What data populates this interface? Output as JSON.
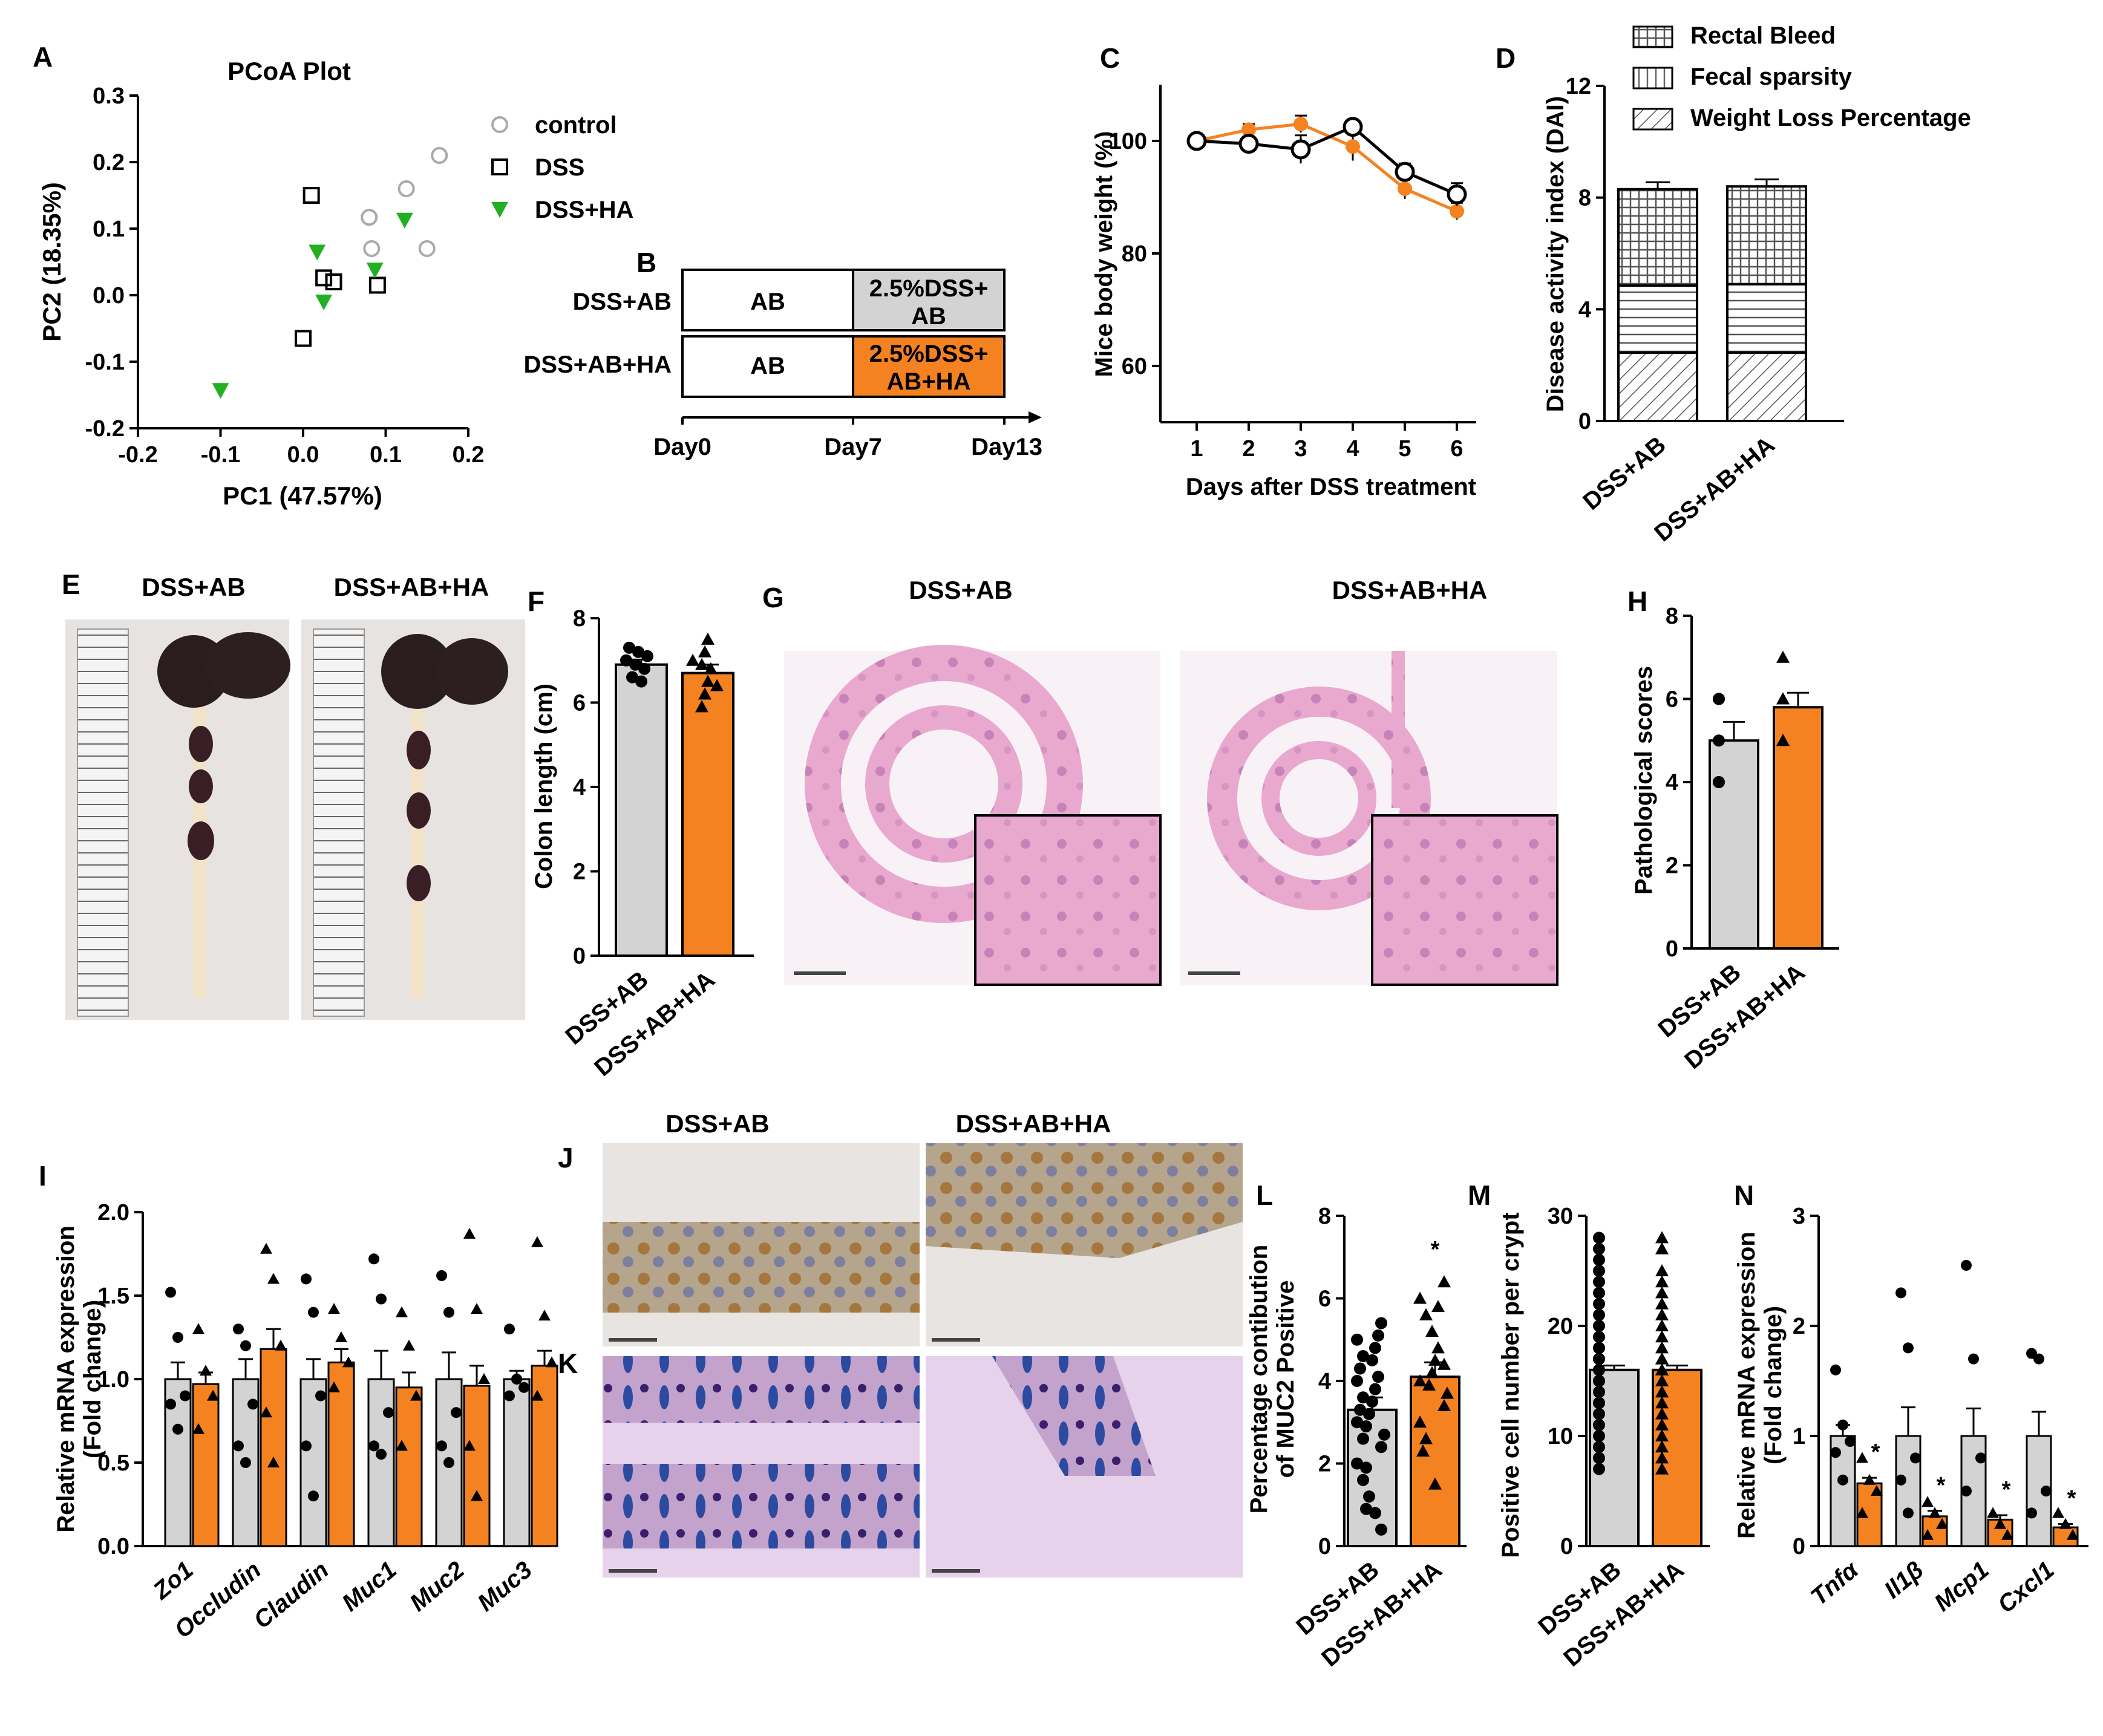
{
  "panels": {
    "A": "A",
    "B": "B",
    "C": "C",
    "D": "D",
    "E": "E",
    "F": "F",
    "G": "G",
    "H": "H",
    "I": "I",
    "J": "J",
    "K": "K",
    "L": "L",
    "M": "M",
    "N": "N"
  },
  "colors": {
    "orange": "#f58220",
    "grey": "#d3d3d3",
    "green": "#22b022",
    "lightgrey": "#aaaaaa",
    "black": "#000000"
  },
  "chart_data": [
    {
      "panel": "A",
      "type": "scatter",
      "title": "PCoA Plot",
      "xlabel": "PC1 (47.57%)",
      "ylabel": "PC2 (18.35%)",
      "xlim": [
        -0.2,
        0.2
      ],
      "ylim": [
        -0.2,
        0.3
      ],
      "xticks": [
        "-0.2",
        "-0.1",
        "0.0",
        "0.1",
        "0.2"
      ],
      "yticks": [
        "-0.2",
        "-0.1",
        "0.0",
        "0.1",
        "0.2",
        "0.3"
      ],
      "legend_position": "right",
      "series": [
        {
          "name": "control",
          "marker": "circle",
          "color": "#aaaaaa",
          "points": [
            [
              0.165,
              0.21
            ],
            [
              0.125,
              0.16
            ],
            [
              0.08,
              0.117
            ],
            [
              0.15,
              0.07
            ],
            [
              0.083,
              0.07
            ]
          ]
        },
        {
          "name": "DSS",
          "marker": "square",
          "color": "#000000",
          "points": [
            [
              0.01,
              0.15
            ],
            [
              0.025,
              0.026
            ],
            [
              0.037,
              0.02
            ],
            [
              0.09,
              0.015
            ],
            [
              0.0,
              -0.065
            ]
          ]
        },
        {
          "name": "DSS+HA",
          "marker": "triangle",
          "color": "#22b022",
          "points": [
            [
              0.123,
              0.113
            ],
            [
              0.017,
              0.065
            ],
            [
              0.087,
              0.038
            ],
            [
              0.025,
              -0.01
            ],
            [
              -0.1,
              -0.143
            ]
          ]
        }
      ]
    },
    {
      "panel": "B",
      "type": "table",
      "rows": [
        {
          "label": "DSS+AB",
          "seg1": "AB",
          "seg2": [
            "2.5%DSS+",
            "AB"
          ],
          "seg2_color": "#d3d3d3"
        },
        {
          "label": "DSS+AB+HA",
          "seg1": "AB",
          "seg2": [
            "2.5%DSS+",
            "AB+HA"
          ],
          "seg2_color": "#f58220"
        }
      ],
      "timeline": [
        "Day0",
        "Day7",
        "Day13"
      ]
    },
    {
      "panel": "C",
      "type": "line",
      "xlabel": "Days after DSS treatment",
      "ylabel": "Mice body weight (%)",
      "x": [
        1,
        2,
        3,
        4,
        5,
        6
      ],
      "xticks": [
        "1",
        "2",
        "3",
        "4",
        "5",
        "6"
      ],
      "ylim": [
        50,
        110
      ],
      "yticks": [
        "60",
        "80",
        "100"
      ],
      "series": [
        {
          "color": "#000000",
          "values": [
            100,
            99.5,
            98.5,
            102.5,
            94.5,
            90.5
          ],
          "err": [
            0.4,
            0.5,
            2.5,
            0.7,
            1.5,
            2.0
          ]
        },
        {
          "color": "#f58220",
          "values": [
            100,
            102,
            103,
            99,
            91.5,
            87.5
          ],
          "err": [
            0.4,
            1.0,
            1.5,
            2.5,
            1.8,
            1.5
          ]
        }
      ]
    },
    {
      "panel": "D",
      "type": "bar",
      "ylabel": "Disease activity index (DAI)",
      "ylim": [
        0,
        12
      ],
      "yticks": [
        "0",
        "4",
        "8",
        "12"
      ],
      "categories": [
        "DSS+AB",
        "DSS+AB+HA"
      ],
      "legend": [
        "Rectal Bleed",
        "Fecal sparsity",
        "Weight Loss Percentage"
      ],
      "series": [
        {
          "name": "Weight Loss Percentage",
          "values": [
            2.45,
            2.45
          ],
          "err": [
            0.2,
            0.2
          ]
        },
        {
          "name": "Fecal sparsity",
          "values": [
            2.4,
            2.45
          ],
          "err": [
            0.2,
            0.2
          ]
        },
        {
          "name": "Rectal Bleed",
          "values": [
            3.45,
            3.5
          ],
          "err": [
            0.25,
            0.25
          ]
        }
      ]
    },
    {
      "panel": "F",
      "type": "bar",
      "ylabel": "Colon length (cm)",
      "ylim": [
        0,
        8
      ],
      "yticks": [
        "0",
        "2",
        "4",
        "6",
        "8"
      ],
      "categories": [
        "DSS+AB",
        "DSS+AB+HA"
      ],
      "values": [
        6.9,
        6.7
      ],
      "err": [
        0.12,
        0.2
      ]
    },
    {
      "panel": "H",
      "type": "bar",
      "ylabel": "Pathological scores",
      "ylim": [
        0,
        8
      ],
      "yticks": [
        "0",
        "2",
        "4",
        "6",
        "8"
      ],
      "categories": [
        "DSS+AB",
        "DSS+AB+HA"
      ],
      "values": [
        5.0,
        5.8
      ],
      "err": [
        0.45,
        0.35
      ]
    },
    {
      "panel": "I",
      "type": "bar",
      "ylabel": "Relative mRNA expression",
      "ylabel2": "(Fold change)",
      "ylim": [
        0,
        2.0
      ],
      "yticks": [
        "0.0",
        "0.5",
        "1.0",
        "1.5",
        "2.0"
      ],
      "categories": [
        "Zo1",
        "Occludin",
        "Claudin",
        "Muc1",
        "Muc2",
        "Muc3"
      ],
      "series": [
        {
          "color": "#d3d3d3",
          "values": [
            1.0,
            1.0,
            1.0,
            1.0,
            1.0,
            1.0
          ],
          "err": [
            0.1,
            0.12,
            0.12,
            0.17,
            0.16,
            0.05
          ]
        },
        {
          "color": "#f58220",
          "values": [
            0.97,
            1.18,
            1.1,
            0.95,
            0.96,
            1.08
          ],
          "err": [
            0.07,
            0.12,
            0.08,
            0.09,
            0.12,
            0.09
          ]
        }
      ]
    },
    {
      "panel": "L",
      "type": "bar",
      "ylabel": "Percentage contibution",
      "ylabel2": "of MUC2 Positive",
      "ylim": [
        0,
        8
      ],
      "yticks": [
        "0",
        "2",
        "4",
        "6",
        "8"
      ],
      "categories": [
        "DSS+AB",
        "DSS+AB+HA"
      ],
      "values": [
        3.3,
        4.1
      ],
      "err": [
        0.3,
        0.35
      ],
      "annotations": [
        "*"
      ]
    },
    {
      "panel": "M",
      "type": "bar",
      "ylabel": "Positive cell number per crypt",
      "ylim": [
        0,
        30
      ],
      "yticks": [
        "0",
        "10",
        "20",
        "30"
      ],
      "categories": [
        "DSS+AB",
        "DSS+AB+HA"
      ],
      "values": [
        16,
        16
      ],
      "err": [
        0.4,
        0.4
      ]
    },
    {
      "panel": "N",
      "type": "bar",
      "ylabel": "Relative mRNA expression",
      "ylabel2": "(Fold change)",
      "ylim": [
        0,
        3
      ],
      "yticks": [
        "0",
        "1",
        "2",
        "3"
      ],
      "categories": [
        "Tnfα",
        "Il1β",
        "Mcp1",
        "Cxcl1"
      ],
      "series": [
        {
          "color": "#d3d3d3",
          "values": [
            1.0,
            1.0,
            1.0,
            1.0
          ],
          "err": [
            0.1,
            0.26,
            0.25,
            0.22
          ]
        },
        {
          "color": "#f58220",
          "values": [
            0.57,
            0.27,
            0.24,
            0.17
          ],
          "err": [
            0.05,
            0.05,
            0.04,
            0.03
          ]
        }
      ],
      "annotations": [
        "*",
        "*",
        "*",
        "*"
      ]
    }
  ],
  "photo_panels": {
    "E": {
      "left_label": "DSS+AB",
      "right_label": "DSS+AB+HA"
    },
    "G": {
      "left_label": "DSS+AB",
      "right_label": "DSS+AB+HA"
    },
    "J": {
      "left_label": "DSS+AB",
      "right_label": "DSS+AB+HA"
    }
  }
}
